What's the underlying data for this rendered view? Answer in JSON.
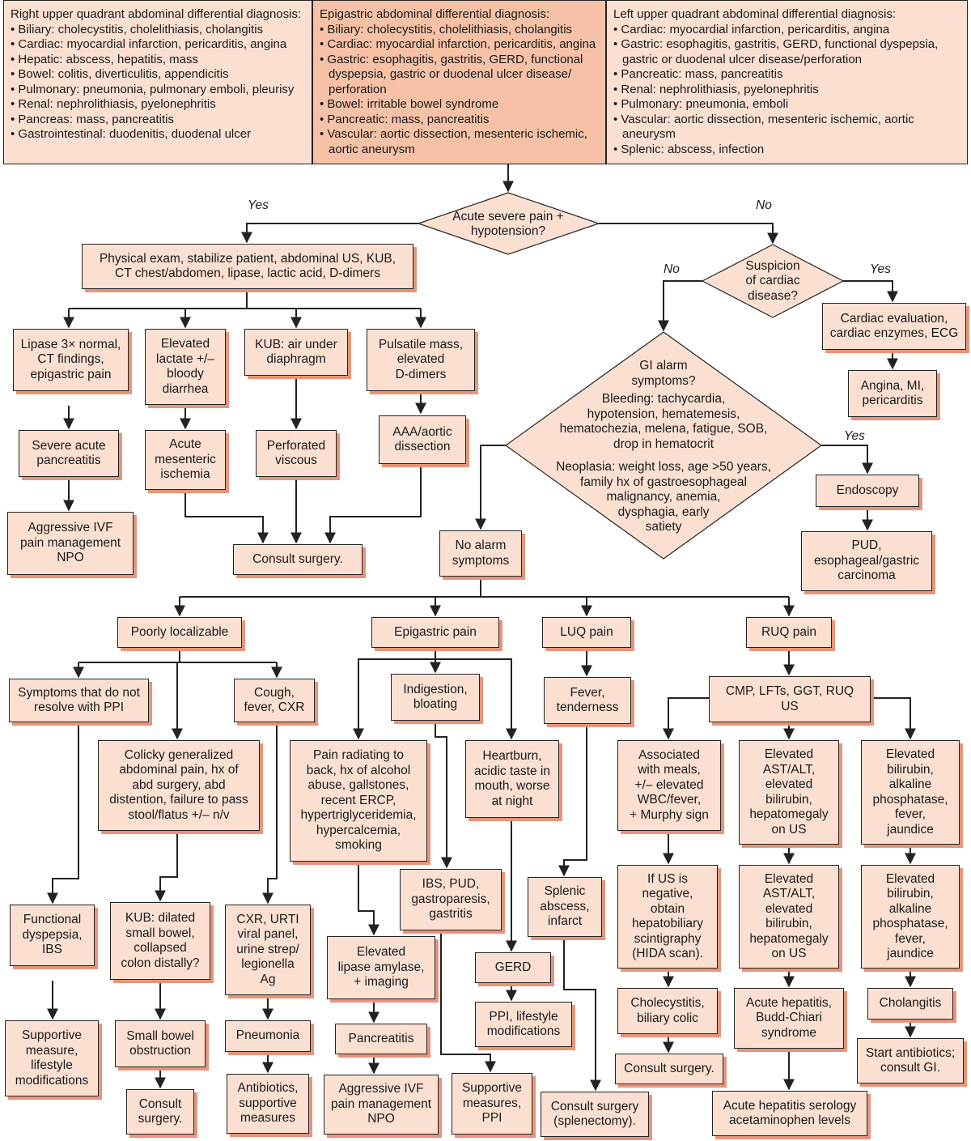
{
  "colors": {
    "box_fill": "#fbe0d2",
    "box_shadow": "#e8947a",
    "mid_column_fill": "#f6c1a6",
    "line": "#222222"
  },
  "header": {
    "ruq": {
      "title": "Right upper quadrant abdominal differential diagnosis:",
      "items": [
        "• Biliary: cholecystitis, cholelithiasis, cholangitis",
        "• Cardiac: myocardial infarction, pericarditis, angina",
        "• Hepatic: abscess, hepatitis, mass",
        "• Bowel: colitis, diverticulitis, appendicitis",
        "• Pulmonary: pneumonia, pulmonary emboli, pleurisy",
        "• Renal: nephrolithiasis, pyelonephritis",
        "• Pancreas: mass, pancreatitis",
        "• Gastrointestinal: duodenitis, duodenal ulcer"
      ]
    },
    "epi": {
      "title": "Epigastric abdominal differential diagnosis:",
      "items": [
        "• Biliary: cholecystitis, cholelithiasis, cholangitis",
        "• Cardiac: myocardial infarction, pericarditis, angina",
        "• Gastric: esophagitis, gastritis, GERD, functional dyspepsia, gastric or duodenal ulcer disease/ perforation",
        "• Bowel: irritable bowel syndrome",
        "• Pancreatic: mass, pancreatitis",
        "• Vascular: aortic dissection, mesenteric ischemic, aortic aneurysm"
      ]
    },
    "luq": {
      "title": "Left upper quadrant abdominal differential diagnosis:",
      "items": [
        "• Cardiac: myocardial infarction, pericarditis, angina",
        "• Gastric: esophagitis, gastritis, GERD, functional dyspepsia, gastric or duodenal ulcer disease/perforation",
        "• Pancreatic: mass, pancreatitis",
        "• Renal: nephrolithiasis, pyelonephritis",
        "• Pulmonary: pneumonia, emboli",
        "• Vascular: aortic dissection, mesenteric ischemic, aortic aneurysm",
        "• Splenic: abscess, infection"
      ]
    }
  },
  "decisions": {
    "acute": {
      "lines": [
        "Acute severe pain +",
        "hypotension?"
      ]
    },
    "cardiac": {
      "lines": [
        "Suspicion",
        "of cardiac",
        "disease?"
      ]
    },
    "alarm": {
      "head": [
        "GI alarm",
        "symptoms?"
      ],
      "bleeding": [
        "Bleeding: tachycardia,",
        "hypotension, hematemesis,",
        "hematochezia, melena, fatigue, SOB,",
        "drop in hematocrit"
      ],
      "neoplasia": [
        "Neoplasia: weight loss, age >50 years,",
        "family hx of gastroesophageal",
        "malignancy, anemia,",
        "dysphagia, early",
        "satiety"
      ]
    }
  },
  "labels": {
    "yes_acute": "Yes",
    "no_acute": "No",
    "no_cardiac": "No",
    "yes_cardiac": "Yes",
    "yes_alarm": "Yes"
  },
  "boxes": {
    "physical": [
      "Physical exam, stabilize patient, abdominal US, KUB,",
      "CT chest/abdomen, lipase, lactic acid, D-dimers"
    ],
    "lipase": [
      "Lipase 3× normal,",
      "CT findings,",
      "epigastric pain"
    ],
    "lactate": [
      "Elevated",
      "lactate +/–",
      "bloody",
      "diarrhea"
    ],
    "kub_air": [
      "KUB: air under",
      "diaphragm"
    ],
    "pulsatile": [
      "Pulsatile mass,",
      "elevated",
      "D-dimers"
    ],
    "severe_panc": [
      "Severe acute",
      "pancreatitis"
    ],
    "mesenteric": [
      "Acute",
      "mesenteric",
      "ischemia"
    ],
    "perforated": [
      "Perforated",
      "viscous"
    ],
    "aaa": [
      "AAA/aortic",
      "dissection"
    ],
    "ivf1": [
      "Aggressive IVF",
      "pain management",
      "NPO"
    ],
    "consult1": [
      "Consult surgery."
    ],
    "cardiac_eval": [
      "Cardiac evaluation,",
      "cardiac enzymes, ECG"
    ],
    "angina": [
      "Angina, MI,",
      "pericarditis"
    ],
    "endoscopy": [
      "Endoscopy"
    ],
    "pud_carc": [
      "PUD,",
      "esophageal/gastric",
      "carcinoma"
    ],
    "no_alarm": [
      "No alarm",
      "symptoms"
    ],
    "poorly": [
      "Poorly localizable"
    ],
    "epi_pain": [
      "Epigastric pain"
    ],
    "luq_pain": [
      "LUQ pain"
    ],
    "ruq_pain": [
      "RUQ pain"
    ],
    "ppi_sym": [
      "Symptoms that do not",
      "resolve with PPI"
    ],
    "cough": [
      "Cough,",
      "fever, CXR"
    ],
    "colicky": [
      "Colicky generalized",
      "abdominal pain, hx of",
      "abd surgery, abd",
      "distention, failure to pass",
      "stool/flatus +/– n/v"
    ],
    "functional": [
      "Functional",
      "dyspepsia,",
      "IBS"
    ],
    "supportive1": [
      "Supportive",
      "measure,",
      "lifestyle",
      "modifications"
    ],
    "kub_dilated": [
      "KUB: dilated",
      "small bowel,",
      "collapsed",
      "colon distally?"
    ],
    "sbo": [
      "Small bowel",
      "obstruction"
    ],
    "consult2": [
      "Consult",
      "surgery."
    ],
    "cxr": [
      "CXR, URTI",
      "viral panel,",
      "urine strep/",
      "legionella",
      "Ag"
    ],
    "pneumonia": [
      "Pneumonia"
    ],
    "antibiotics": [
      "Antibiotics,",
      "supportive",
      "measures"
    ],
    "indigestion": [
      "Indigestion,",
      "bloating"
    ],
    "radiating": [
      "Pain radiating to",
      "back, hx of alcohol",
      "abuse, gallstones,",
      "recent ERCP,",
      "hypertriglyceridemia,",
      "hypercalcemia,",
      "smoking"
    ],
    "heartburn": [
      "Heartburn,",
      "acidic taste in",
      "mouth, worse",
      "at night"
    ],
    "ibs_pud": [
      "IBS, PUD,",
      "gastroparesis,",
      "gastritis"
    ],
    "elev_lipase": [
      "Elevated",
      "lipase amylase,",
      "+ imaging"
    ],
    "pancreatitis": [
      "Pancreatitis"
    ],
    "ivf2": [
      "Aggressive IVF",
      "pain management",
      "NPO"
    ],
    "gerd": [
      "GERD"
    ],
    "ppi_life": [
      "PPI, lifestyle",
      "modifications"
    ],
    "supportive_ppi": [
      "Supportive",
      "measures,",
      "PPI"
    ],
    "fever": [
      "Fever,",
      "tenderness"
    ],
    "splenic": [
      "Splenic",
      "abscess,",
      "infarct"
    ],
    "splenectomy": [
      "Consult surgery",
      "(splenectomy)."
    ],
    "cmp": [
      "CMP, LFTs, GGT, RUQ",
      "US"
    ],
    "meals": [
      "Associated",
      "with meals,",
      "+/– elevated",
      "WBC/fever,",
      "+ Murphy sign"
    ],
    "ast1": [
      "Elevated",
      "AST/ALT,",
      "elevated",
      "bilirubin,",
      "hepatomegaly",
      "on US"
    ],
    "bili1": [
      "Elevated",
      "bilirubin,",
      "alkaline",
      "phosphatase,",
      "fever,",
      "jaundice"
    ],
    "hida": [
      "If US is",
      "negative,",
      "obtain",
      "hepatobiliary",
      "scintigraphy",
      "(HIDA scan)."
    ],
    "ast2": [
      "Elevated",
      "AST/ALT,",
      "elevated",
      "bilirubin,",
      "hepatomegaly",
      "on US"
    ],
    "bili2": [
      "Elevated",
      "bilirubin,",
      "alkaline",
      "phosphatase,",
      "fever,",
      "jaundice"
    ],
    "chole": [
      "Cholecystitis,",
      "biliary colic"
    ],
    "hepatitis": [
      "Acute hepatitis,",
      "Budd-Chiari",
      "syndrome"
    ],
    "cholangitis": [
      "Cholangitis"
    ],
    "consult3": [
      "Consult surgery."
    ],
    "serology": [
      "Acute hepatitis serology",
      "acetaminophen levels"
    ],
    "antibiotics_gi": [
      "Start antibiotics;",
      "consult GI."
    ]
  }
}
